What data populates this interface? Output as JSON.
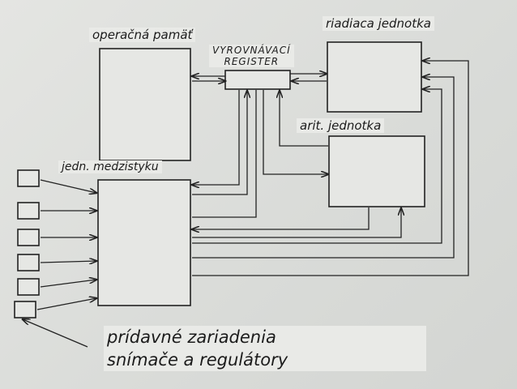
{
  "labels": {
    "memory": "operačná pamäť",
    "register_line1": "VYROVNÁVACÍ",
    "register_line2": "REGISTER",
    "control_unit": "riadiaca jednotka",
    "arithmetic_unit": "arit. jednotka",
    "interface_unit": "jedn. medzistyku",
    "peripherals_line1": "prídavné zariadenia",
    "peripherals_line2": "snímače a regulátory"
  }
}
